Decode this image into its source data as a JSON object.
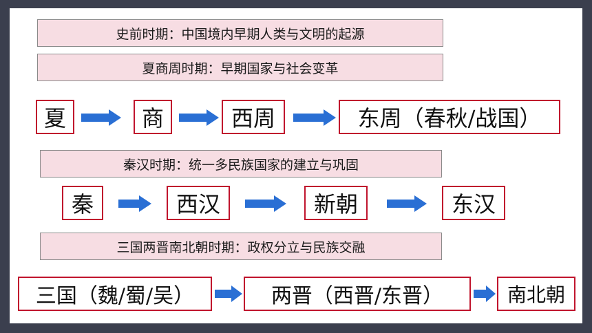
{
  "colors": {
    "frame": "#3b3f4e",
    "banner_fill": "#f7dde3",
    "box_border": "#c0142d",
    "arrow": "#2a6fd4"
  },
  "banners": [
    "史前时期：中国境内早期人类与文明的起源",
    "夏商周时期：早期国家与社会变革",
    "秦汉时期：统一多民族国家的建立与巩固",
    "三国两晋南北朝时期：政权分立与民族交融"
  ],
  "row1": [
    "夏",
    "商",
    "西周",
    "东周（春秋/战国）"
  ],
  "row2": [
    "秦",
    "西汉",
    "新朝",
    "东汉"
  ],
  "row3": [
    "三国（魏/蜀/吴）",
    "两晋（西晋/东晋）",
    "南北朝"
  ]
}
